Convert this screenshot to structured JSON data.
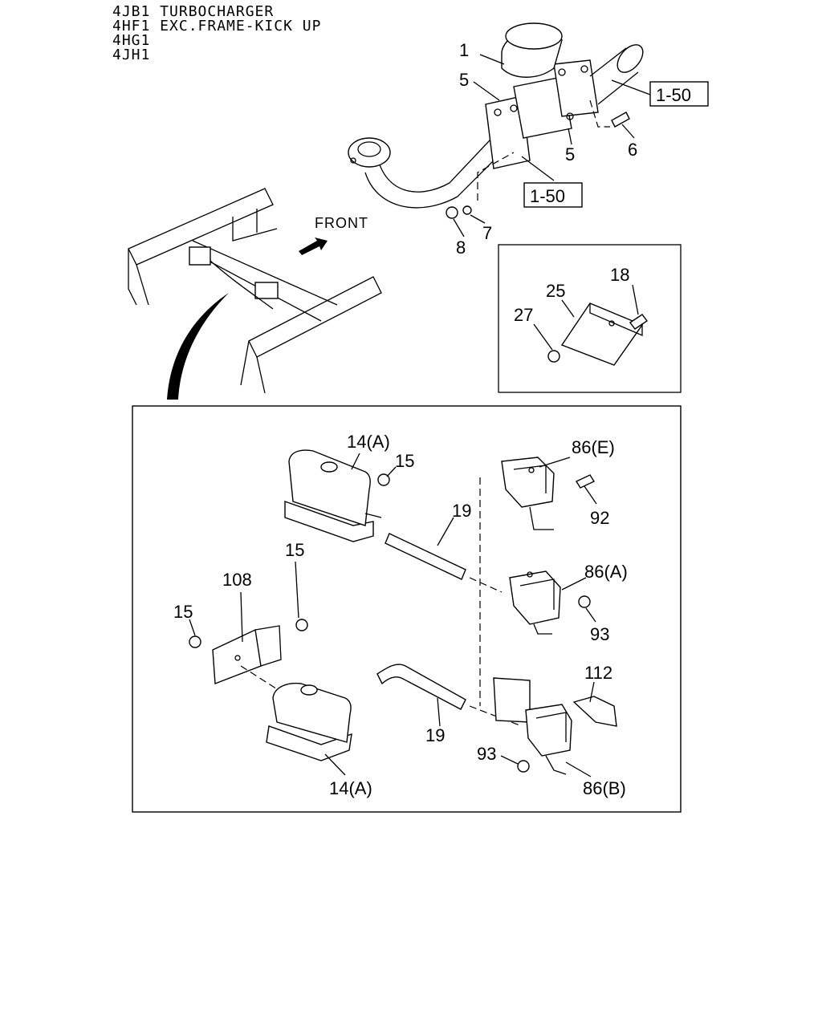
{
  "header": {
    "lines": [
      "4JB1 TURBOCHARGER",
      "4HF1 EXC.FRAME-KICK UP",
      "4HG1",
      "4JH1"
    ]
  },
  "overview": {
    "front_label": "FRONT"
  },
  "callouts": {
    "c1": "1",
    "c5a": "5",
    "c5b": "5",
    "c6": "6",
    "c7": "7",
    "c8": "8",
    "ref150a": "1-50",
    "ref150b": "1-50",
    "c18": "18",
    "c25": "25",
    "c27": "27",
    "c14a_top": "14(A)",
    "c15_top": "15",
    "c19_top": "19",
    "c86e": "86(E)",
    "c92": "92",
    "c86a": "86(A)",
    "c93_top": "93",
    "c15_mid": "15",
    "c108": "108",
    "c15_left": "15",
    "c112": "112",
    "c19_bot": "19",
    "c93_bot": "93",
    "c86b": "86(B)",
    "c14a_bot": "14(A)"
  }
}
